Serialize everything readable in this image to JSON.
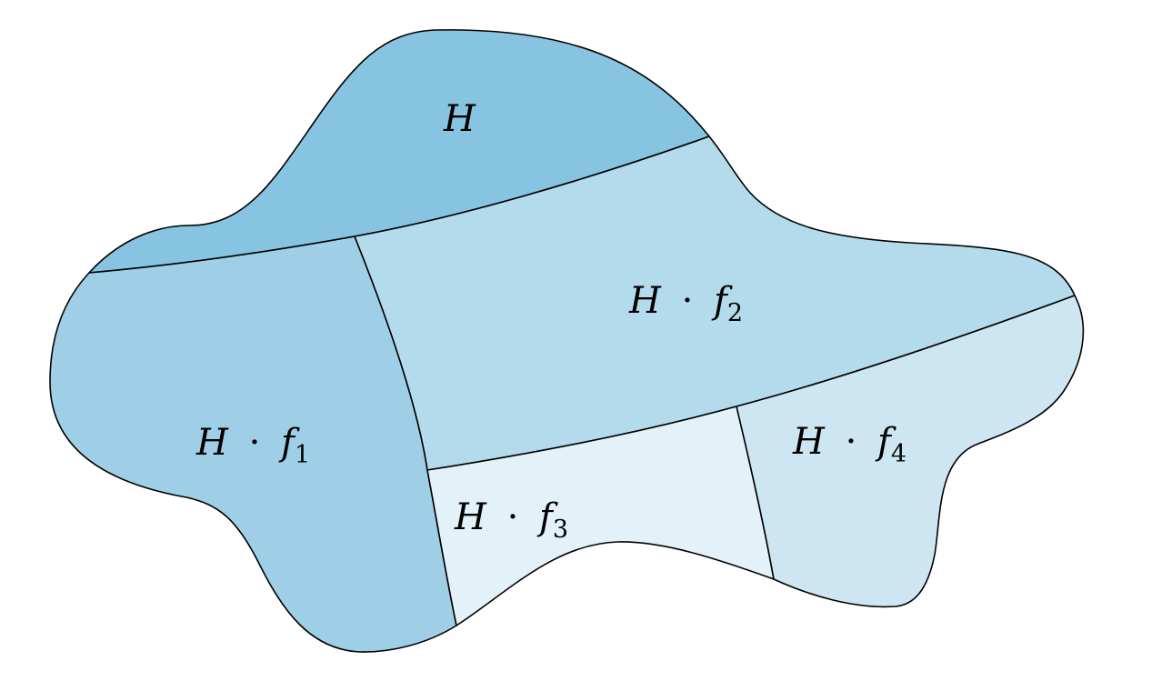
{
  "regions": [
    {
      "id": "H",
      "label": {
        "base": "H",
        "dot": "",
        "fn": "",
        "sub": ""
      },
      "color": "#86c4e2"
    },
    {
      "id": "Hf1",
      "label": {
        "base": "H",
        "dot": "·",
        "fn": "f",
        "sub": "1"
      },
      "color": "#9ecfe6"
    },
    {
      "id": "Hf2",
      "label": {
        "base": "H",
        "dot": "·",
        "fn": "f",
        "sub": "2"
      },
      "color": "#b4dbeb"
    },
    {
      "id": "Hf3",
      "label": {
        "base": "H",
        "dot": "·",
        "fn": "f",
        "sub": "3"
      },
      "color": "#e3f1f8"
    },
    {
      "id": "Hf4",
      "label": {
        "base": "H",
        "dot": "·",
        "fn": "f",
        "sub": "4"
      },
      "color": "#cde6f1"
    }
  ]
}
